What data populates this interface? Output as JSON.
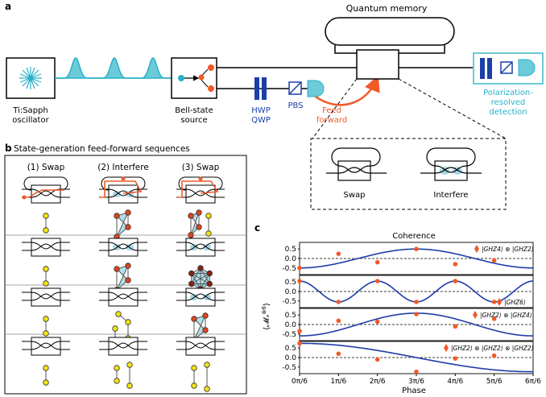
{
  "panel_a": {
    "letter": "a",
    "laser": "Ti:Sapph\noscillator",
    "source": "Bell-state\nsource",
    "hwp": "HWP",
    "qwp": "QWP",
    "pbs": "PBS",
    "feed": "Feed\nforward",
    "memory": "Quantum memory",
    "detection": "Polarization-\nresolved\ndetection",
    "inset_swap": "Swap",
    "inset_interfere": "Interfere"
  },
  "panel_b": {
    "letter": "b",
    "title": "State-generation feed-forward sequences",
    "col_titles": [
      "(1) Swap",
      "(2) Interfere",
      "(3) Swap"
    ],
    "rows": [
      [
        "chain2",
        "triangle4",
        "triangle4+pair"
      ],
      [
        "chain2",
        "triangle4",
        "ring6"
      ],
      [
        "chain2",
        "chain3",
        "triangle4"
      ],
      [
        "chain2",
        "pair",
        "pair+pair"
      ]
    ],
    "ops": [
      [
        "swap",
        "interfere",
        "swap"
      ],
      [
        "swap",
        "interfere",
        "interfere"
      ],
      [
        "swap",
        "swap",
        "interfere"
      ],
      [
        "swap",
        "swap",
        "swap"
      ]
    ]
  },
  "panel_c": {
    "letter": "c",
    "title": "Coherence",
    "xlabel": "Phase",
    "ylabel": "⟨𝓜_x^{⊗6}⟩",
    "xticks": [
      "0π/6",
      "1π/6",
      "2π/6",
      "3π/6",
      "4π/6",
      "5π/6",
      "6π/6"
    ],
    "yticks": [
      "0.5",
      "0.0",
      "-0.5"
    ],
    "legends": [
      "|GHZ4⟩ ⊗ |GHZ2⟩",
      "|GHZ6⟩",
      "|GHZ2⟩ ⊗ |GHZ4⟩",
      "|GHZ2⟩ ⊗ |GHZ2⟩ ⊗ |GHZ2⟩"
    ],
    "colors": {
      "curve": "#1f3ca8",
      "points": "#f05a28",
      "dashed": "#000000"
    }
  },
  "chart_data": [
    {
      "type": "line",
      "x_units": "π/6",
      "xlim": [
        0,
        6
      ],
      "ylim": [
        -0.85,
        0.85
      ],
      "series": [
        {
          "name": "|GHZ4⟩ ⊗ |GHZ2⟩",
          "curve": {
            "form": "cos",
            "amplitude": -0.5,
            "frequency": 2
          },
          "points": {
            "x": [
              0,
              1,
              2,
              3,
              4,
              5
            ],
            "y": [
              -0.5,
              0.25,
              -0.2,
              0.5,
              -0.3,
              -0.1
            ]
          }
        },
        {
          "name": "|GHZ6⟩",
          "curve": {
            "form": "cos",
            "amplitude": 0.55,
            "frequency": 6
          },
          "points": {
            "x": [
              0,
              1,
              2,
              3,
              4,
              5
            ],
            "y": [
              0.55,
              -0.55,
              0.55,
              -0.55,
              0.55,
              -0.55
            ]
          }
        },
        {
          "name": "|GHZ2⟩ ⊗ |GHZ4⟩",
          "curve": {
            "form": "cos",
            "amplitude": -0.6,
            "frequency": 2
          },
          "points": {
            "x": [
              0,
              1,
              2,
              3,
              4,
              5
            ],
            "y": [
              -0.35,
              0.2,
              0.15,
              0.55,
              -0.1,
              0.3
            ]
          }
        },
        {
          "name": "|GHZ2⟩ ⊗ |GHZ2⟩ ⊗ |GHZ2⟩",
          "curve": {
            "form": "cos",
            "amplitude": 0.75,
            "frequency": 1
          },
          "points": {
            "x": [
              0,
              1,
              2,
              3,
              4,
              5
            ],
            "y": [
              0.75,
              0.2,
              -0.1,
              -0.75,
              -0.05,
              0.1
            ]
          }
        }
      ]
    }
  ]
}
